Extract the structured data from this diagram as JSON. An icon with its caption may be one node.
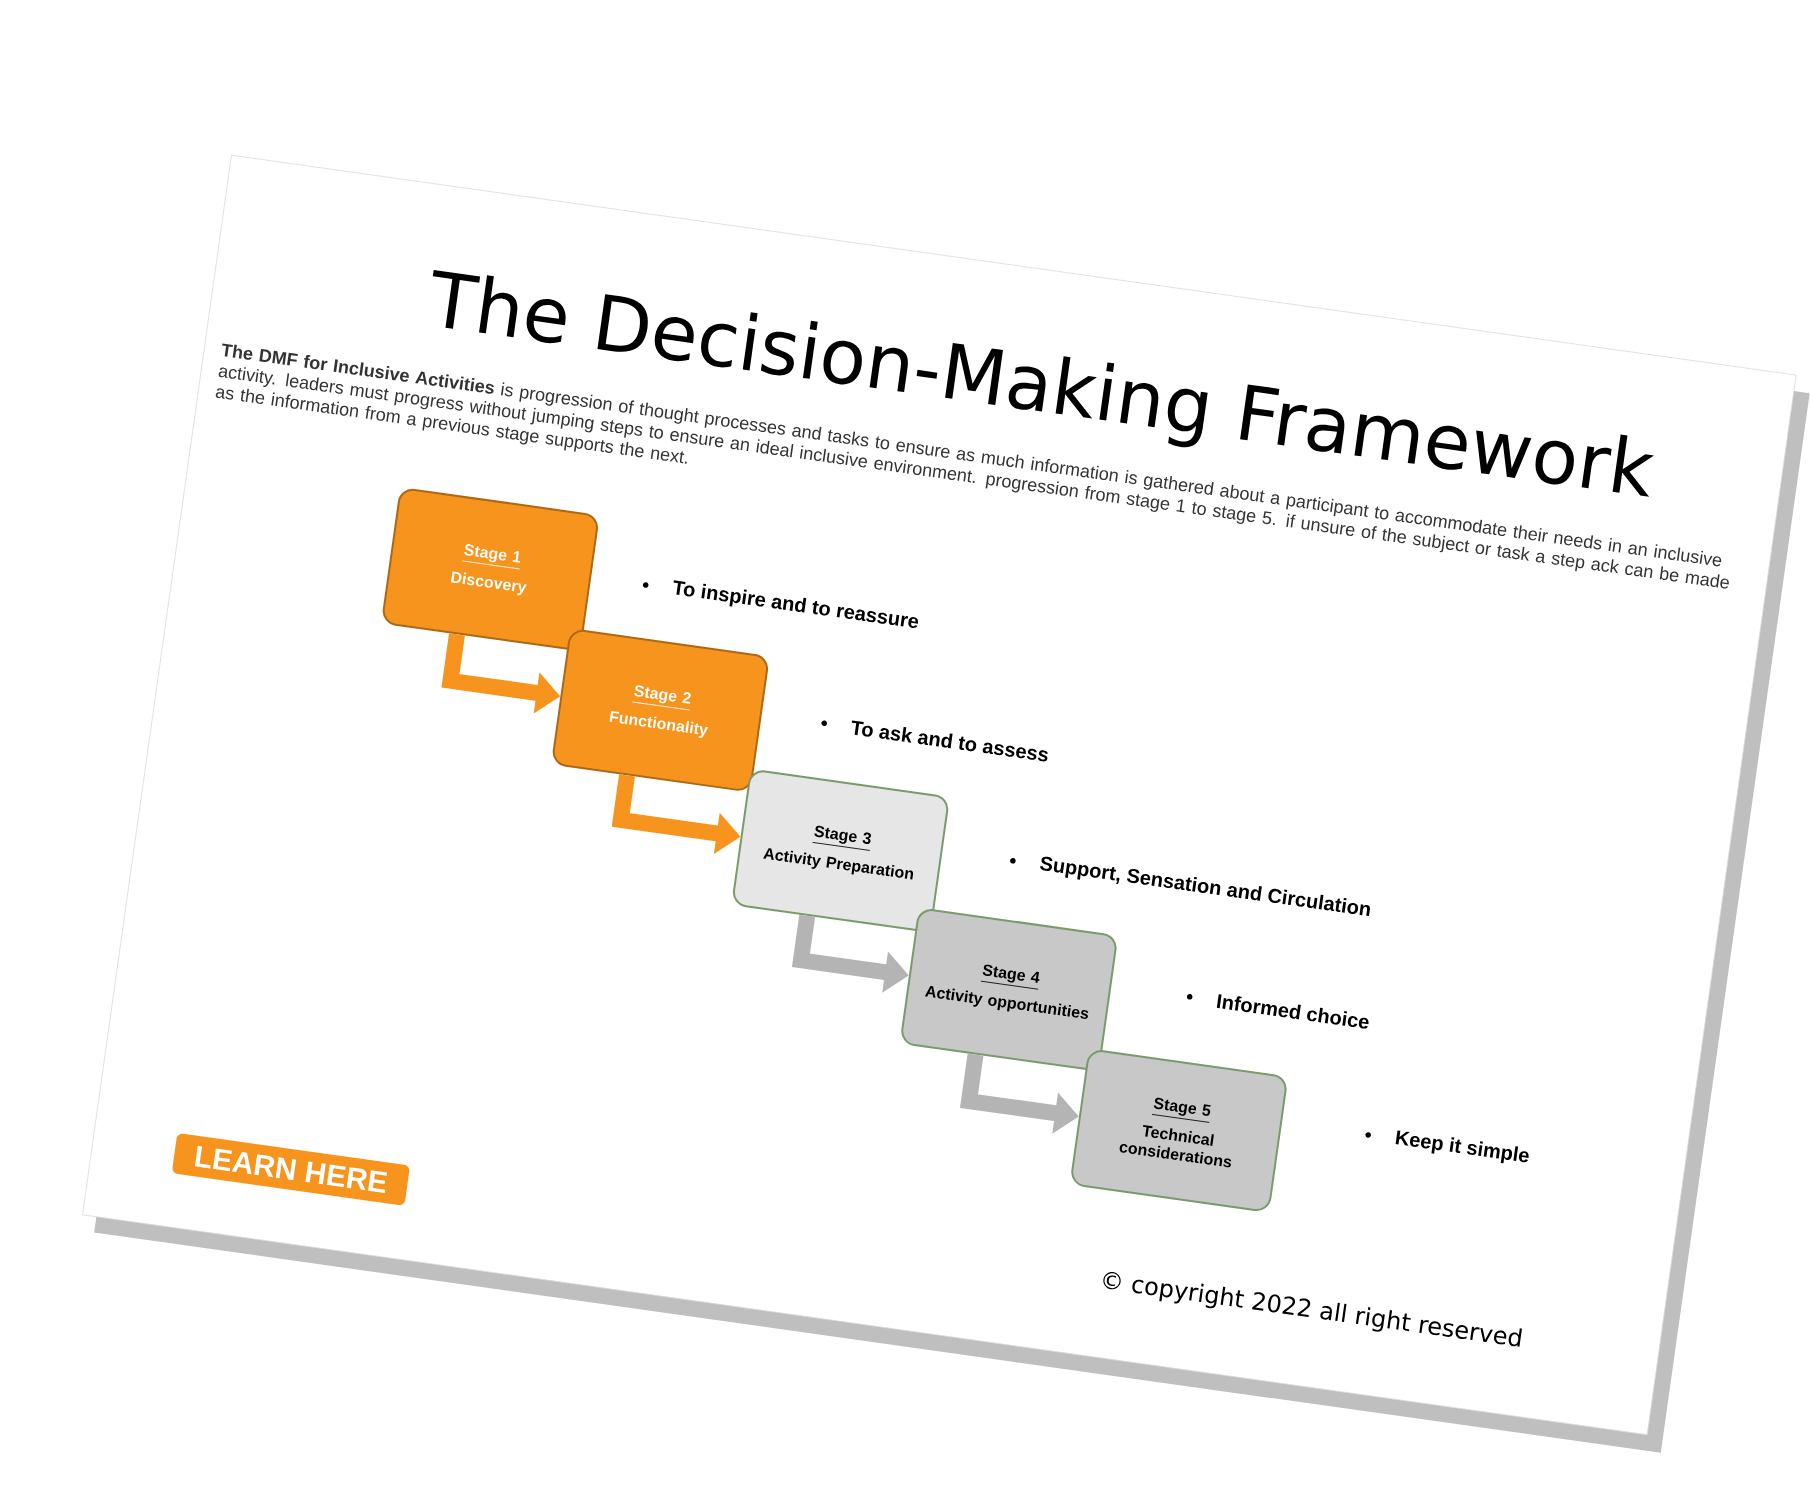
{
  "diagram": {
    "title": "The Decision-Making Framework",
    "nodes": [
      {
        "text": [
          "Stage 1",
          "Discovery"
        ]
      },
      {
        "text": [
          "Stage 2",
          "Functionality"
        ]
      },
      {
        "text": [
          "Stage 3",
          "Activity Preparation"
        ]
      },
      {
        "text": [
          "Stage 4",
          "Activity opportunities"
        ]
      },
      {
        "text": [
          "Stage 5",
          "Technical considerations"
        ]
      }
    ],
    "edges": [
      {
        "from": 0,
        "to": 1,
        "arrow": "to",
        "color": "#f7941d"
      },
      {
        "from": 1,
        "to": 2,
        "arrow": "to",
        "color": "#f7941d"
      },
      {
        "from": 2,
        "to": 3,
        "arrow": "to",
        "color": "#b4b4b4"
      },
      {
        "from": 3,
        "to": 4,
        "arrow": "to",
        "color": "#b4b4b4"
      }
    ],
    "labels": [
      "**The DMF for Inclusive Activities** is progression of thought processes and tasks to ensure as much information is gathered about a participant to accommodate their needs in an inclusive activity. leaders must progress without jumping steps to ensure an ideal inclusive environment. progression from stage 1 to stage 5. if unsure of the subject or task a step ack can be made as the information from a previous stage supports the next.",
      "To inspire and to reassure",
      "To ask and to assess",
      "Support, Sensation and Circulation",
      "Informed choice",
      "Keep it simple",
      "LEARN HERE",
      "© copyright 2022 all right reserved"
    ]
  }
}
